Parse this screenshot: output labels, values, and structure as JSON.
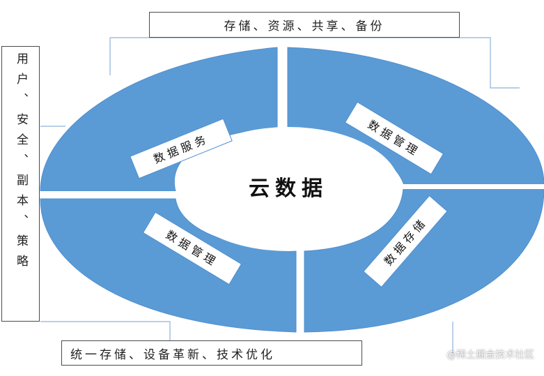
{
  "diagram": {
    "top_box": "存储、资源、共享、备份",
    "bottom_box": "统一存储、设备革新、技术优化",
    "left_box": "用户、安全、副本、策略",
    "center": "云数据",
    "segments": [
      "数据服务",
      "数据管理",
      "数据管理",
      "数据存储"
    ]
  },
  "watermark": "@稀土掘金技术社区",
  "colors": {
    "segment_fill": "#5b9bd5",
    "segment_gap": "#ffffff",
    "connector": "#8db2d8",
    "box_border": "#4a4a4a"
  }
}
